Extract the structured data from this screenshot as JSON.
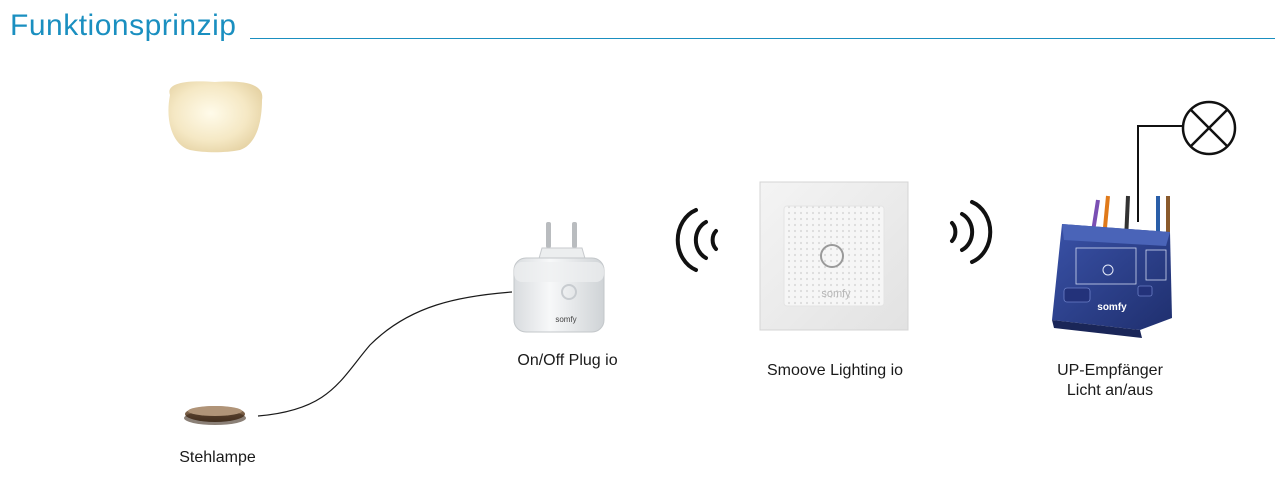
{
  "title": "Funktionsprinzip",
  "devices": {
    "lamp": {
      "label": "Stehlampe"
    },
    "plug": {
      "label": "On/Off Plug io",
      "brand": "somfy"
    },
    "switch": {
      "label": "Smoove Lighting io",
      "brand": "somfy"
    },
    "receiver": {
      "label_line1": "UP-Empfänger",
      "label_line2": "Licht an/aus",
      "brand": "somfy"
    }
  },
  "colors": {
    "accent": "#1a8fc0",
    "receiver_body": "#2c3f8e"
  },
  "icons": [
    "floor-lamp",
    "smart-plug",
    "radio-waves",
    "wall-switch",
    "flush-receiver",
    "light-bulb-symbol"
  ]
}
